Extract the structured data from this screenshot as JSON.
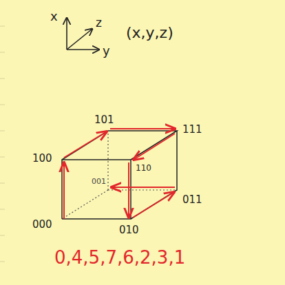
{
  "diagram": {
    "labels": [
      "x",
      "z",
      "y",
      "(x,y,z)",
      "101",
      "111",
      "100",
      "110",
      "011",
      "001",
      "000",
      "010",
      "0,4,5,7,6,2,3,1"
    ]
  }
}
